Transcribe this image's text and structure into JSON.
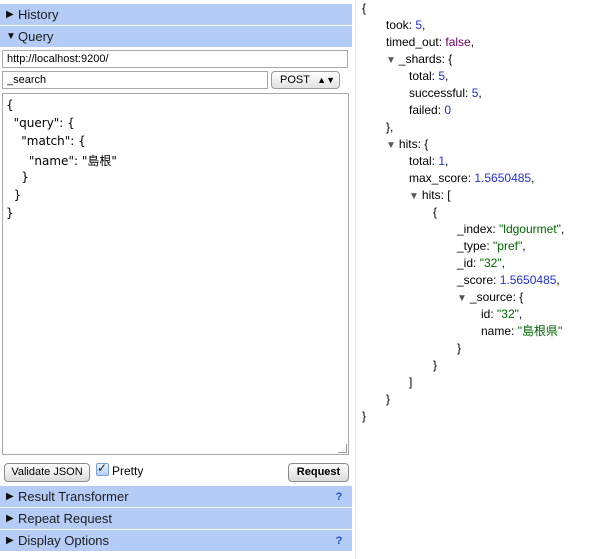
{
  "sections": {
    "history": "History",
    "query": "Query",
    "result_transformer": "Result Transformer",
    "repeat_request": "Repeat Request",
    "display_options": "Display Options",
    "help": "?"
  },
  "query": {
    "url": "http://localhost:9200/",
    "path": "_search",
    "method": "POST",
    "body_lines": [
      "{",
      "  \"query\": {",
      "    \"match\": {",
      "      \"name\": \"島根\"",
      "    }",
      "  }",
      "}"
    ]
  },
  "buttons": {
    "validate": "Validate JSON",
    "pretty": "Pretty",
    "pretty_checked": true,
    "request": "Request"
  },
  "result": {
    "open": "{",
    "took_key": "took: ",
    "took_val": "5",
    "comma": ",",
    "timed_out_key": "timed_out: ",
    "timed_out_val": "false",
    "shards_key": "_shards: {",
    "total_key": "total: ",
    "total_val": "5",
    "successful_key": "successful: ",
    "successful_val": "5",
    "failed_key": "failed: ",
    "failed_val": "0",
    "shards_close": "},",
    "hits_key": "hits: {",
    "hits_total_key": "total: ",
    "hits_total_val": "1",
    "max_score_key": "max_score: ",
    "max_score_val": "1.5650485",
    "hits_arr_key": "hits: [",
    "obj_open": "{",
    "index_key": "_index: ",
    "index_val": "\"ldgourmet\"",
    "type_key": "_type: ",
    "type_val": "\"pref\"",
    "id_key": "_id: ",
    "id_val": "\"32\"",
    "score_key": "_score: ",
    "score_val": "1.5650485",
    "source_key": "_source: {",
    "src_id_key": "id: ",
    "src_id_val": "\"32\"",
    "src_name_key": "name: ",
    "src_name_val": "\"島根県\"",
    "close": "}",
    "arr_close": "]"
  }
}
